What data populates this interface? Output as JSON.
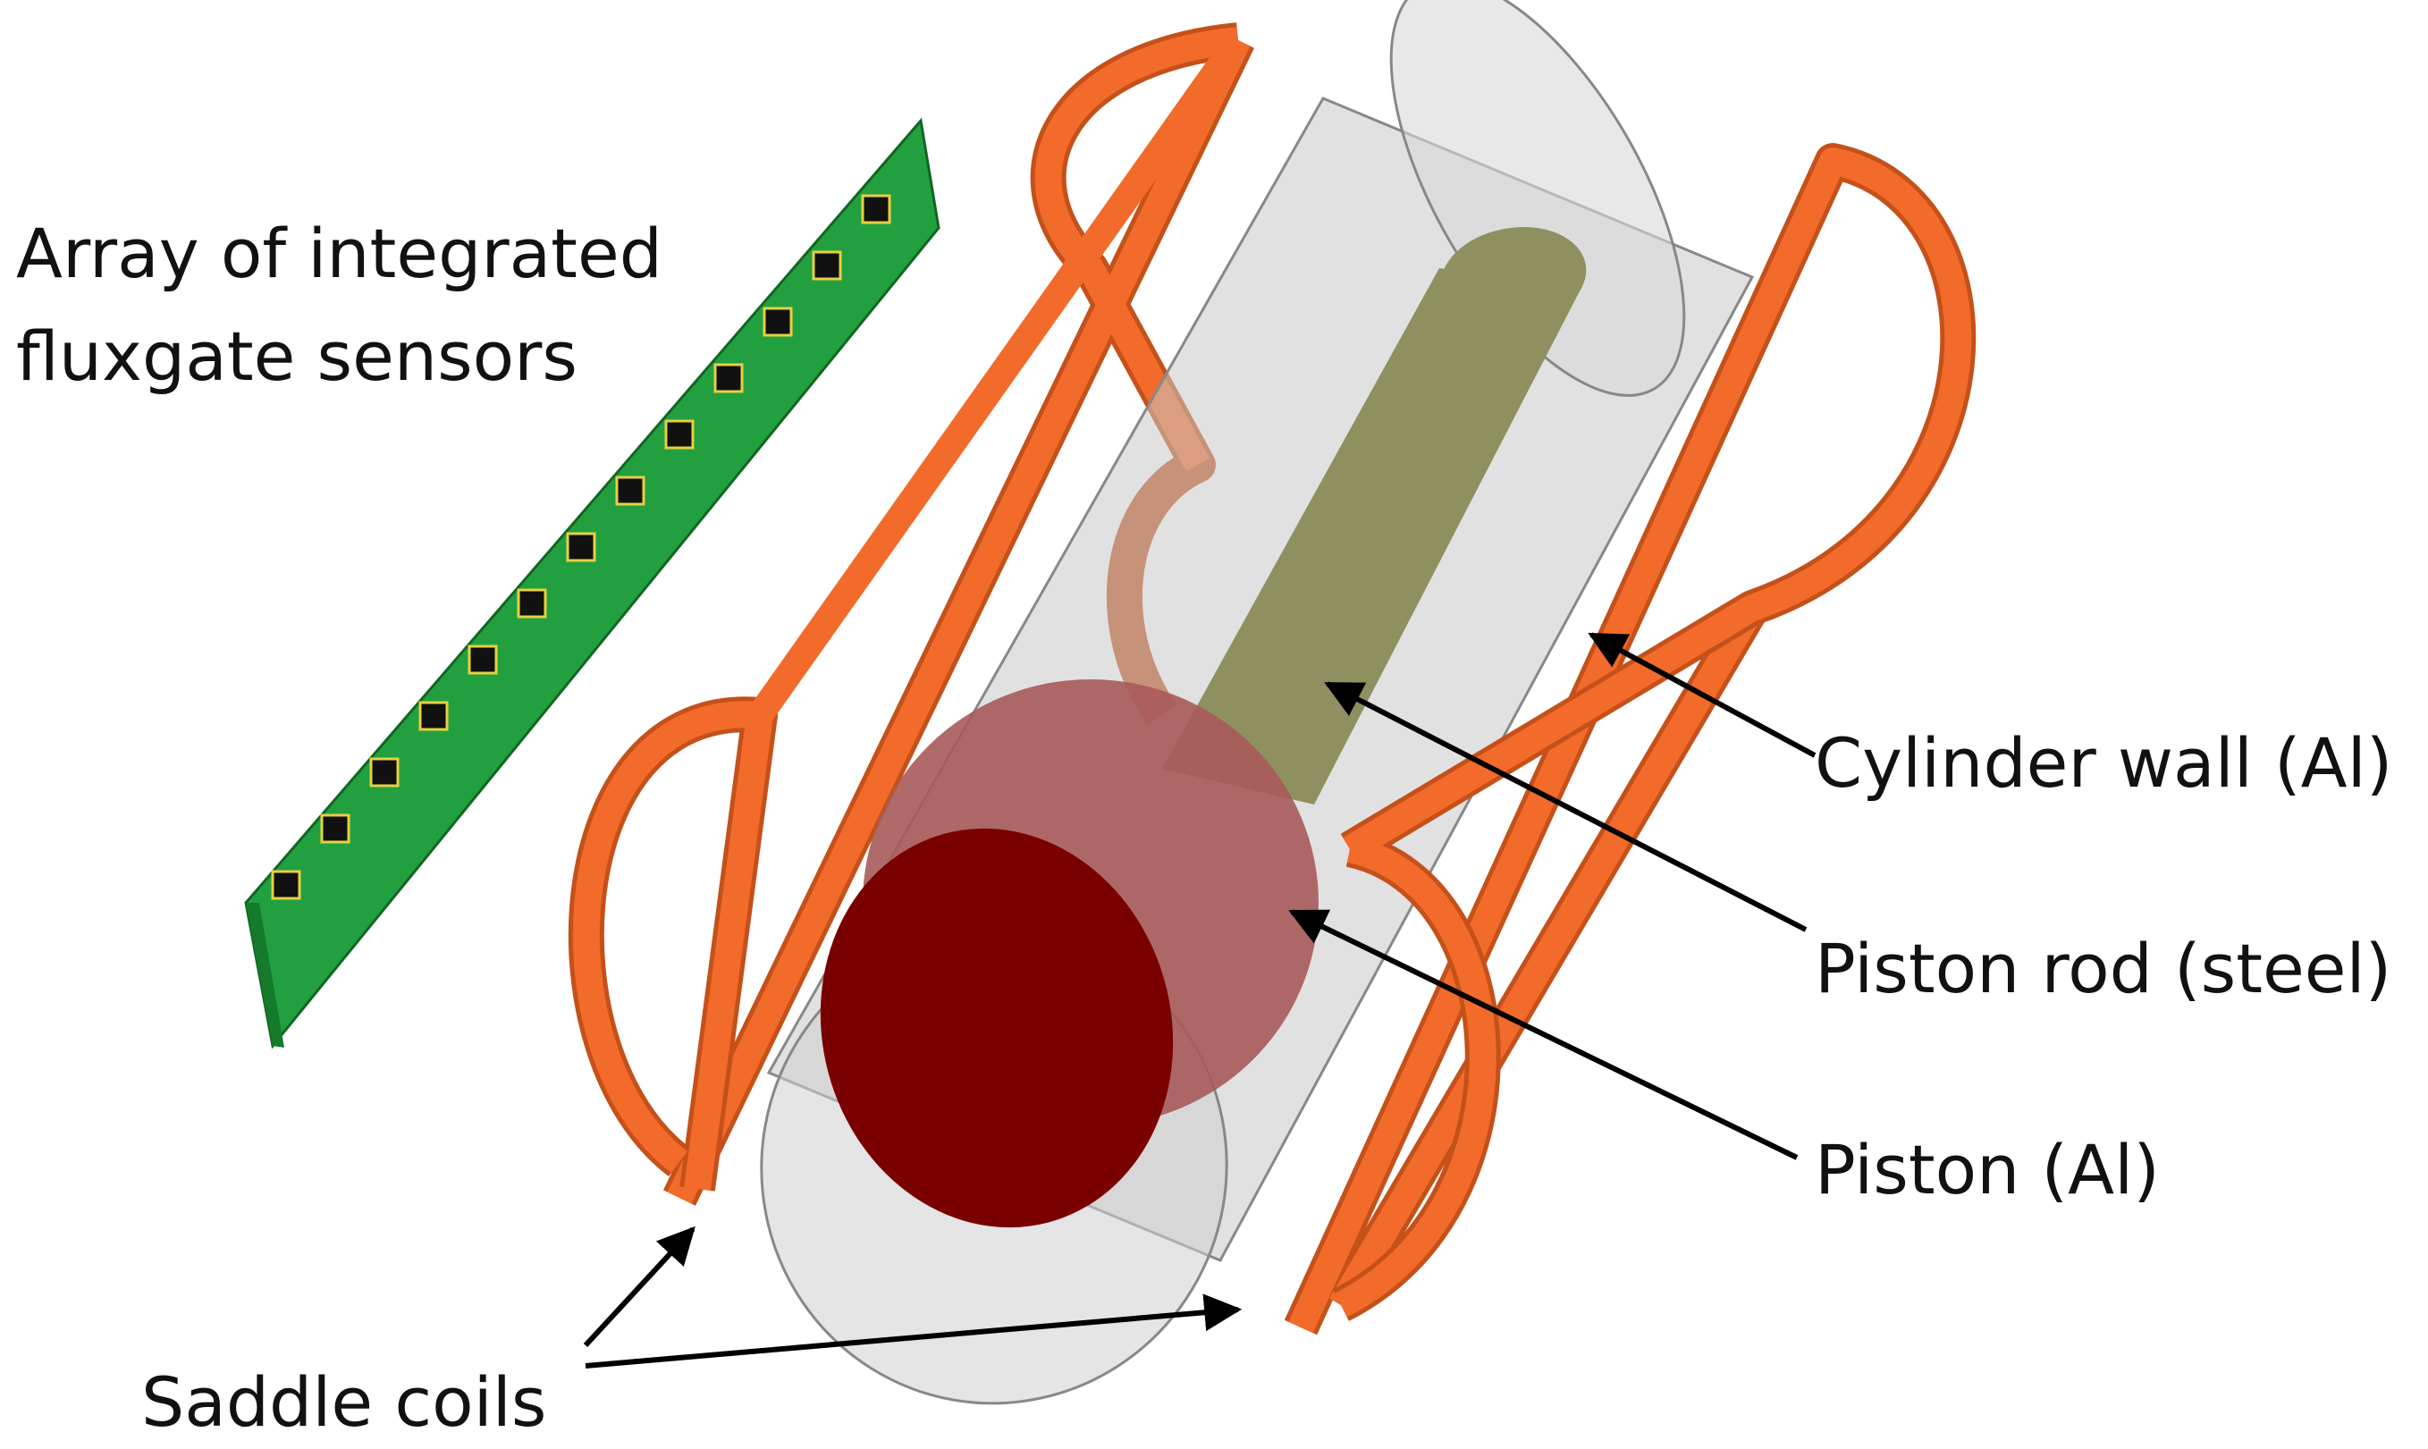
{
  "labels": {
    "sensor_array_line1": "Array of integrated",
    "sensor_array_line2": "fluxgate sensors",
    "cylinder_wall": "Cylinder wall (Al)",
    "piston_rod": "Piston rod (steel)",
    "piston": "Piston (Al)",
    "saddle_coils": "Saddle coils"
  },
  "colors": {
    "coil": "#f26b2a",
    "coil_dark": "#c4501a",
    "cylinder": "#d8d8d8",
    "piston_face": "#7a0000",
    "piston_side": "#a85a5a",
    "rod": "#8f9060",
    "pcb": "#1f9a3a"
  }
}
